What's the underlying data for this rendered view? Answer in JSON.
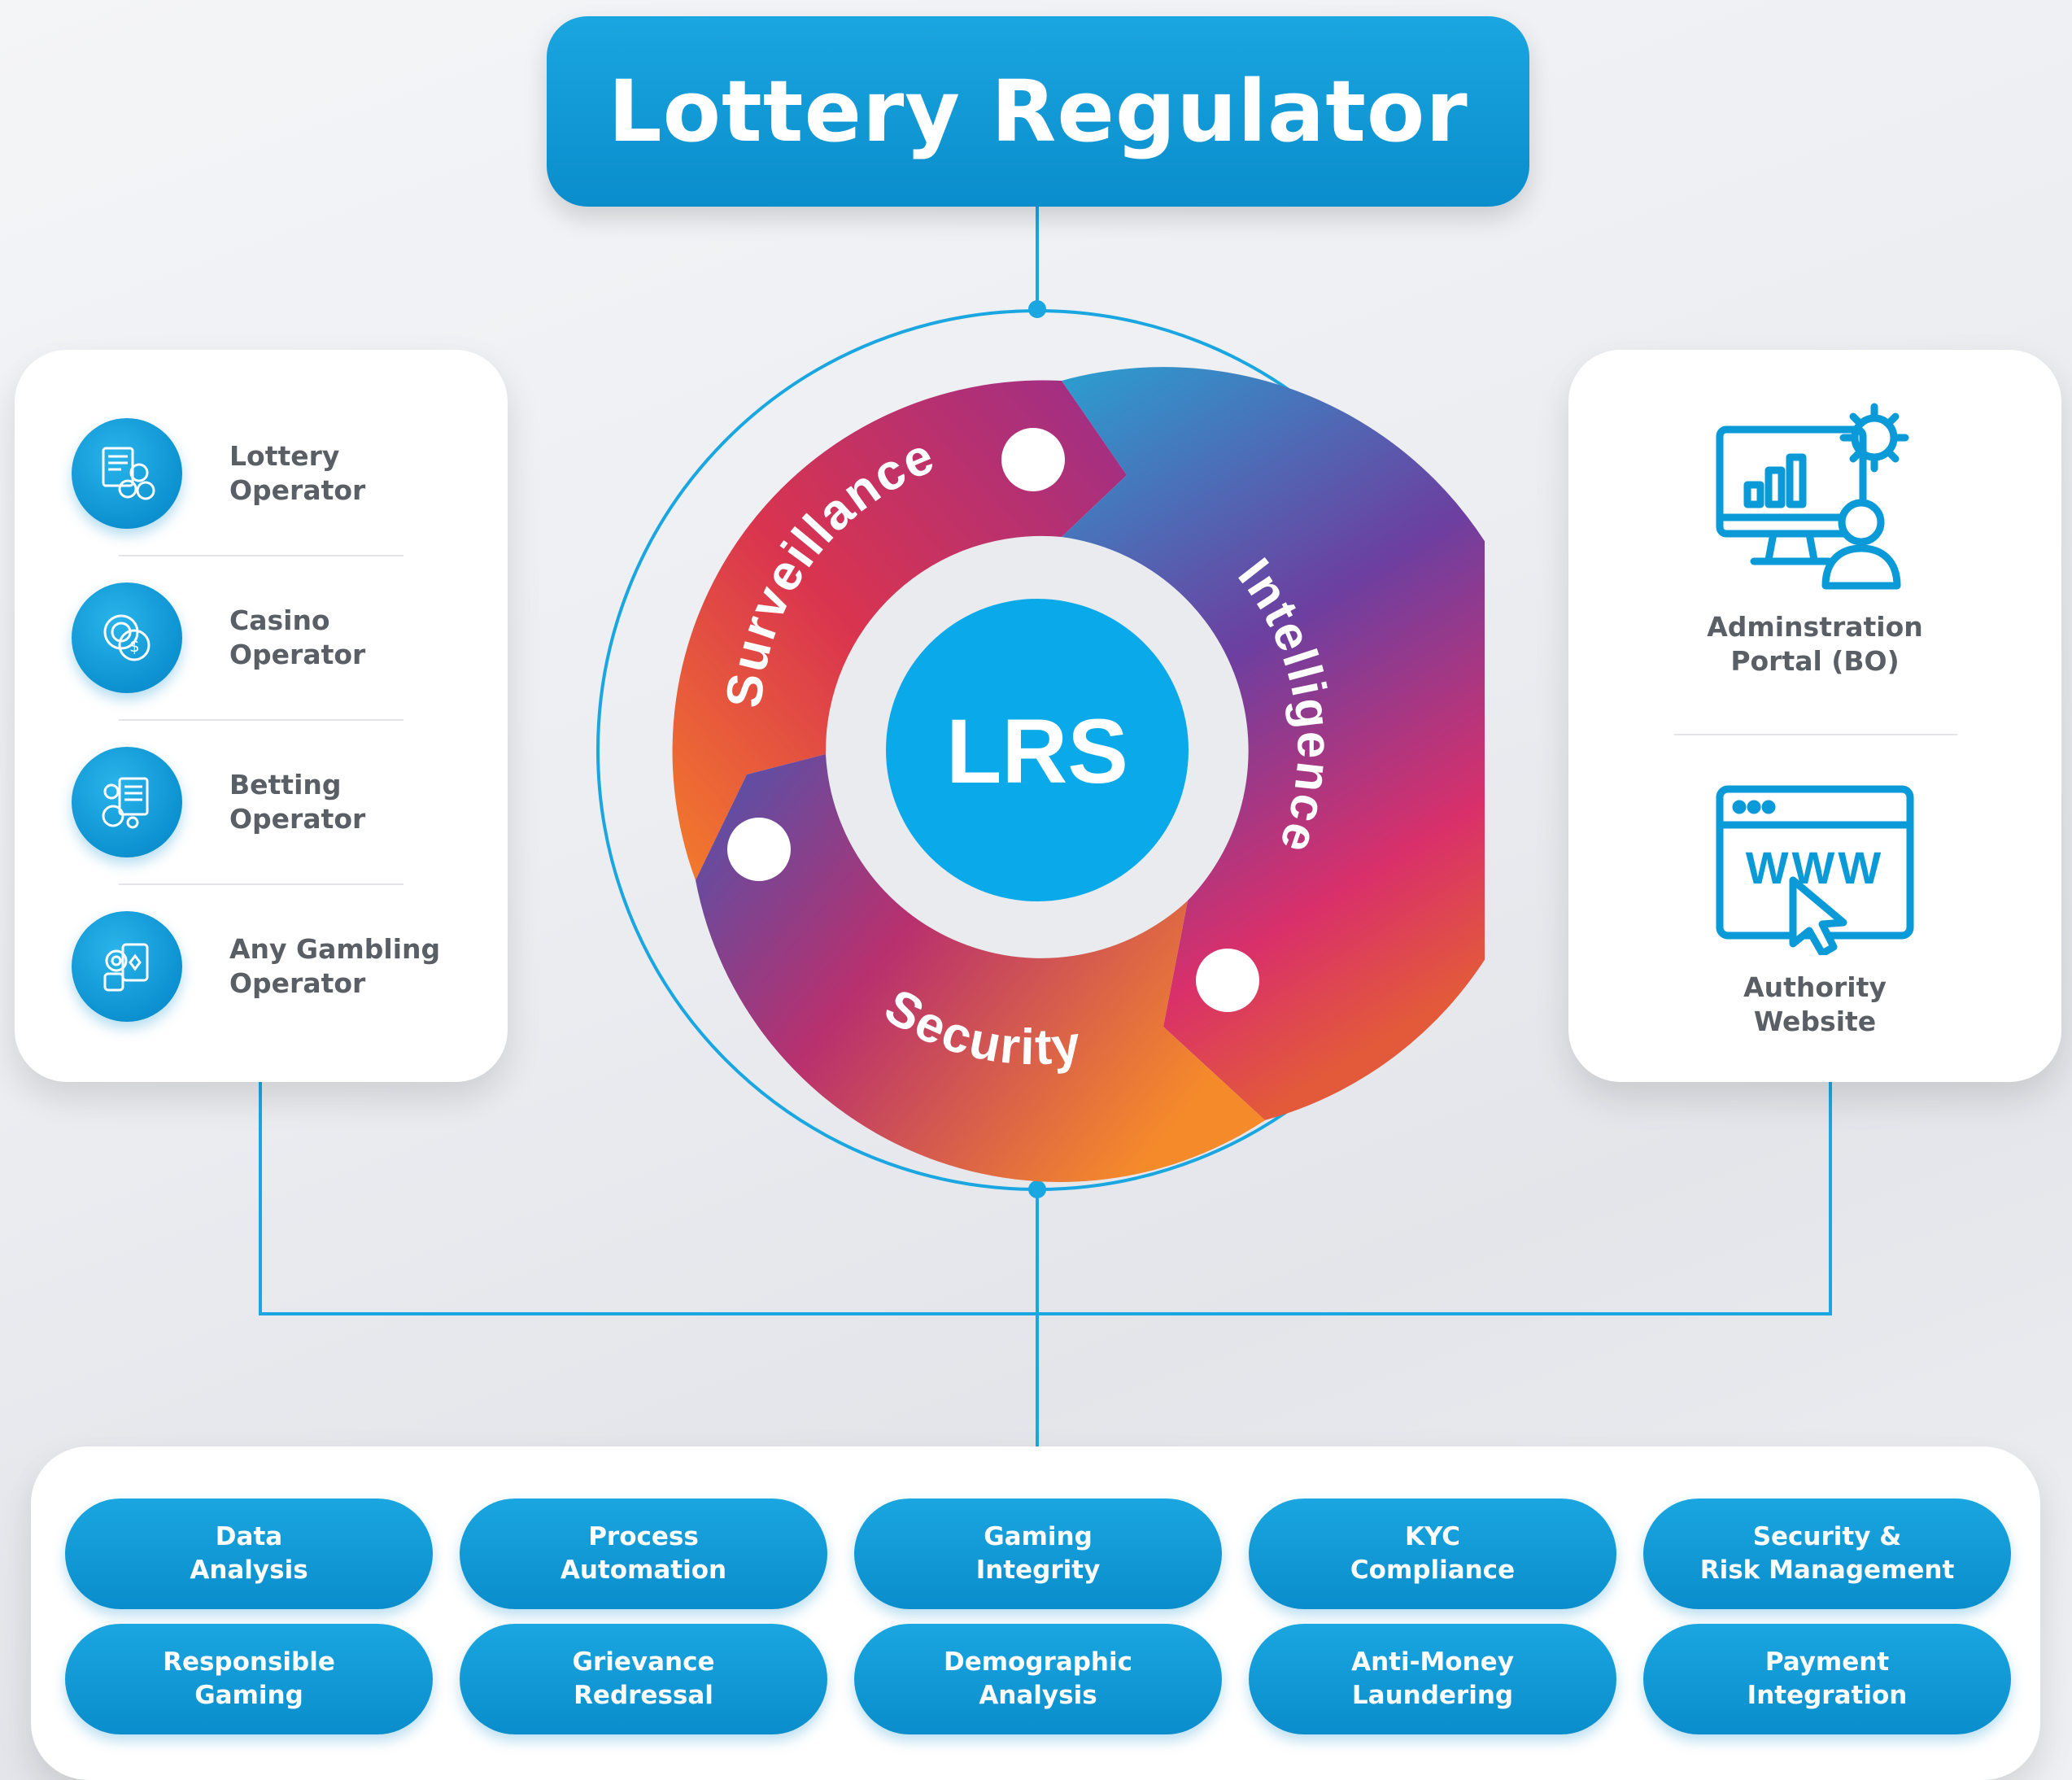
{
  "header": {
    "title": "Lottery Regulator"
  },
  "core": {
    "center_label": "LRS",
    "segments": [
      "Surveillance",
      "Intelligence",
      "Security"
    ]
  },
  "operators": [
    {
      "label": "Lottery\nOperator",
      "icon": "lottery-ticket-icon"
    },
    {
      "label": "Casino\nOperator",
      "icon": "casino-chip-icon"
    },
    {
      "label": "Betting\nOperator",
      "icon": "betting-slip-icon"
    },
    {
      "label": "Any Gambling\nOperator",
      "icon": "playing-cards-icon"
    }
  ],
  "portals": [
    {
      "label": "Adminstration\nPortal (BO)",
      "icon": "admin-monitor-icon"
    },
    {
      "label": "Authority\nWebsite",
      "icon": "www-browser-icon"
    }
  ],
  "features": [
    "Data\nAnalysis",
    "Process\nAutomation",
    "Gaming\nIntegrity",
    "KYC\nCompliance",
    "Security &\nRisk Management",
    "Responsible\nGaming",
    "Grievance\nRedressal",
    "Demographic\nAnalysis",
    "Anti-Money\nLaundering",
    "Payment\nIntegration"
  ],
  "colors": {
    "primary": "#0a8dcc",
    "accent": "#1aa6e0",
    "text": "#5a5f66"
  }
}
